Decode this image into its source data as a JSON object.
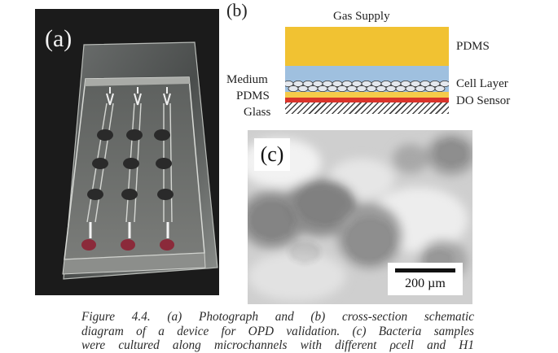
{
  "panels": {
    "a": {
      "label": "(a)"
    },
    "b": {
      "label": "(b)",
      "gas_supply": "Gas Supply",
      "pdms_top": "PDMS",
      "medium": "Medium",
      "pdms_bottom": "PDMS",
      "glass": "Glass",
      "cell_layer": "Cell Layer",
      "do_sensor": "DO Sensor",
      "colors": {
        "pdms": "#f1c232",
        "medium": "#9fc0df",
        "do_sensor": "#d9342b"
      }
    },
    "c": {
      "label": "(c)",
      "scale_bar": "200 µm"
    }
  },
  "caption": {
    "line1": "Figure 4.4.   (a) Photograph and (b) cross-section schematic",
    "line2": "diagram of a device for OPD validation. (c) Bacteria samples",
    "line3": "were cultured along microchannels with different ρcell and H1"
  }
}
